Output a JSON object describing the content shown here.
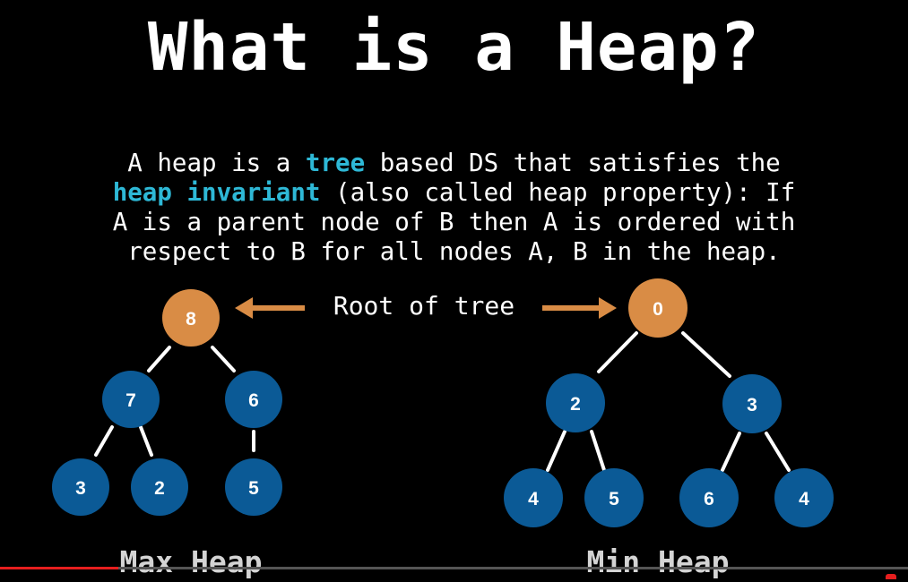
{
  "title": "What is a Heap?",
  "description": {
    "line1_pre": "A heap is a ",
    "line1_hl": "tree",
    "line1_post": " based DS that satisfies the",
    "line2_hl": "heap invariant",
    "line2_post": " (also called heap property): If",
    "line3": "A is a parent node of B then A is ordered with",
    "line4": "respect to B for all nodes A, B in the heap."
  },
  "root_label": "Root of tree",
  "max_heap": {
    "label": "Max Heap",
    "nodes": [
      "8",
      "7",
      "6",
      "3",
      "2",
      "5"
    ]
  },
  "min_heap": {
    "label": "Min Heap",
    "nodes": [
      "0",
      "2",
      "3",
      "4",
      "5",
      "6",
      "4"
    ]
  },
  "colors": {
    "root_node": "#d98c45",
    "node": "#0b5a96",
    "arrow": "#d98c45",
    "edge": "#ffffff",
    "highlight": "#2eb8d6"
  },
  "video_progress": 0.13
}
